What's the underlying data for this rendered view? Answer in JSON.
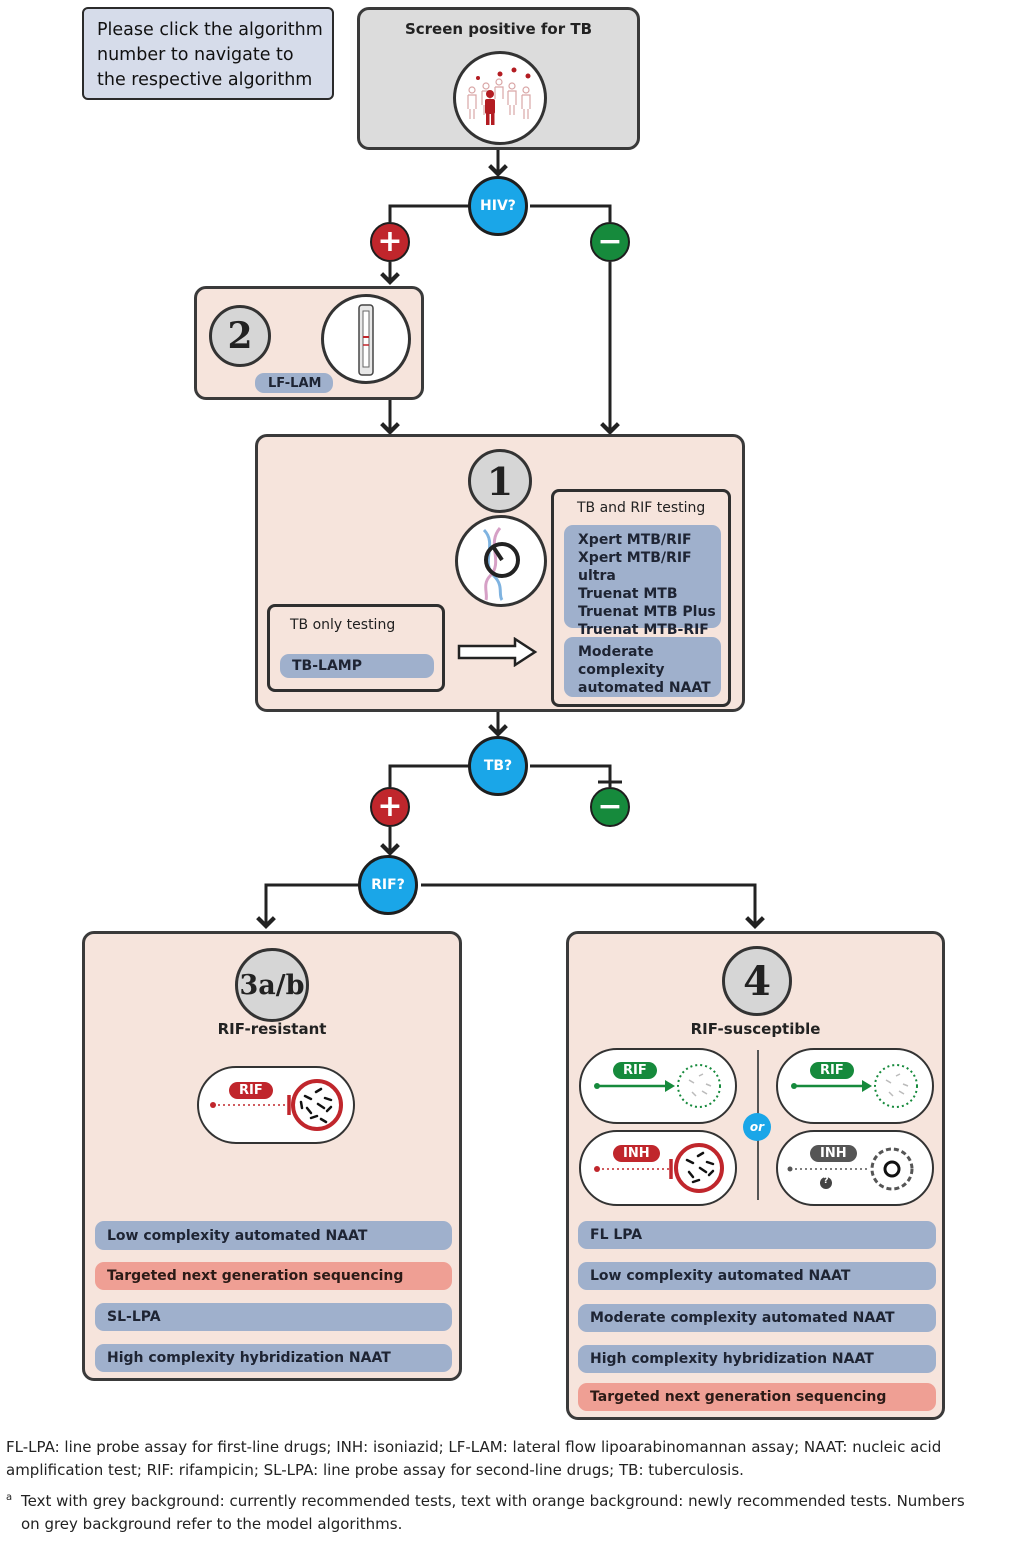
{
  "nav_note": {
    "line1": "Please click the algorithm",
    "line2": "number to navigate to",
    "line3": "the respective algorithm"
  },
  "screen": {
    "title": "Screen positive for TB"
  },
  "decisions": {
    "hiv": "HIV?",
    "tb": "TB?",
    "rif": "RIF?"
  },
  "signs": {
    "plus": "+",
    "minus": "−"
  },
  "algo2": {
    "number": "2",
    "test": "LF-LAM"
  },
  "algo1": {
    "number": "1",
    "tb_rif_label": "TB and RIF testing",
    "tb_rif_tests": [
      "Xpert MTB/RIF",
      "Xpert MTB/RIF ultra",
      "Truenat MTB",
      "Truenat MTB Plus",
      "Truenat MTB-RIF Dx"
    ],
    "moderate": [
      "Moderate",
      "complexity",
      "automated NAAT"
    ],
    "tb_only_label": "TB only testing",
    "tb_only_test": "TB-LAMP"
  },
  "algo3": {
    "number": "3a/b",
    "title": "RIF-resistant",
    "drug": "RIF",
    "tests": [
      {
        "label": "Low complexity automated NAAT",
        "status": "current"
      },
      {
        "label": "Targeted next generation sequencing",
        "status": "new"
      },
      {
        "label": "SL-LPA",
        "status": "current"
      },
      {
        "label": "High complexity hybridization NAAT",
        "status": "current"
      }
    ]
  },
  "algo4": {
    "number": "4",
    "title": "RIF-susceptible",
    "drug_rif": "RIF",
    "drug_inh": "INH",
    "or": "or",
    "unknown": "?",
    "tests": [
      {
        "label": "FL LPA",
        "status": "current"
      },
      {
        "label": "Low complexity automated NAAT",
        "status": "current"
      },
      {
        "label": "Moderate complexity automated NAAT",
        "status": "current"
      },
      {
        "label": "High complexity hybridization NAAT",
        "status": "current"
      },
      {
        "label": "Targeted next generation sequencing",
        "status": "new"
      }
    ]
  },
  "footnotes": {
    "abbrev_line1": "FL-LPA: line probe assay for first-line drugs; INH: isoniazid; LF-LAM: lateral flow lipoarabinomannan assay; NAAT: nucleic acid",
    "abbrev_line2": "amplification test; RIF: rifampicin; SL-LPA: line probe assay for second-line drugs; TB: tuberculosis.",
    "marker": "a",
    "note_line1": "Text with grey background: currently recommended tests, text with orange background: newly recommended tests. Numbers",
    "note_line2": "on grey background refer to the model algorithms."
  },
  "colors": {
    "decision": "#1aa6e8",
    "positive": "#c0262c",
    "negative": "#168a3c",
    "current_test": "#9fb0cc",
    "new_test": "#ef9f94",
    "algorithm_box": "#f6e4dc"
  }
}
